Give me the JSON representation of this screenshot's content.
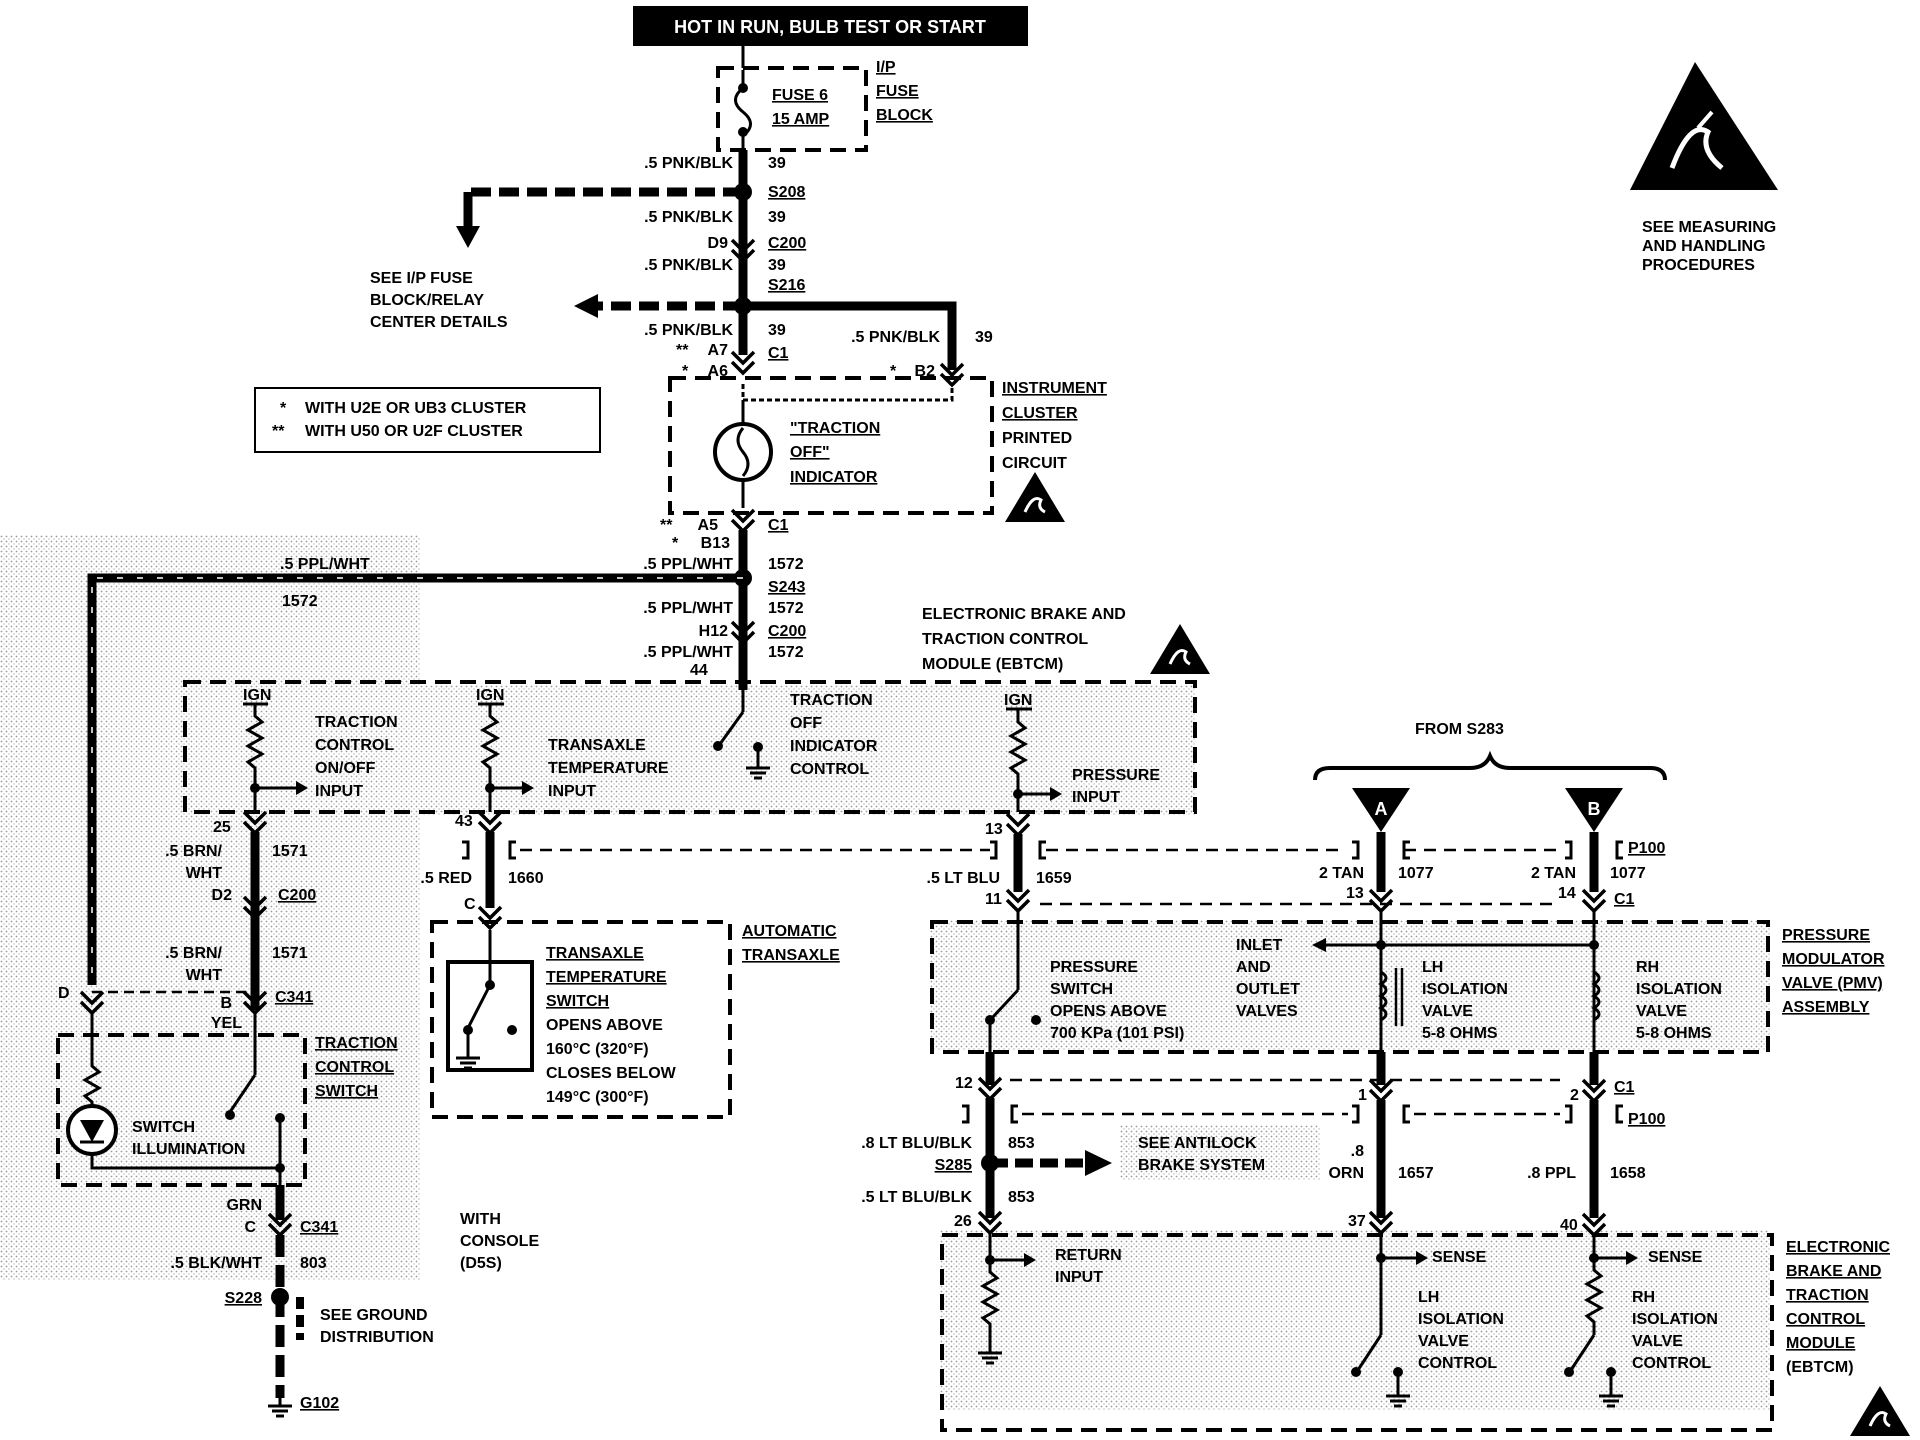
{
  "header": {
    "title": "HOT IN RUN, BULB TEST OR START"
  },
  "esd_notice": {
    "line1": "SEE MEASURING",
    "line2": "AND HANDLING",
    "line3": "PROCEDURES"
  },
  "fuse_block": {
    "fuse_name": "FUSE 6",
    "fuse_rating": "15 AMP",
    "block_l1": "I/P",
    "block_l2": "FUSE",
    "block_l3": "BLOCK"
  },
  "wires_top": [
    {
      "label": ".5 PNK/BLK",
      "circuit": "39"
    },
    {
      "label": ".5 PNK/BLK",
      "circuit": "39"
    },
    {
      "label": ".5 PNK/BLK",
      "circuit": "39"
    },
    {
      "label": ".5 PNK/BLK",
      "circuit": "39"
    },
    {
      "label": ".5 PNK/BLK",
      "circuit": "39"
    }
  ],
  "splices": {
    "s208": "S208",
    "s216": "S216",
    "s243": "S243",
    "s285": "S285",
    "s228": "S228"
  },
  "connectors": {
    "c200": "C200",
    "c1": "C1",
    "c341": "C341",
    "p100": "P100",
    "g102": "G102"
  },
  "pins": {
    "d9": "D9",
    "a7": "A7",
    "a6": "A6",
    "b2": "B2",
    "a5": "A5",
    "b13": "B13",
    "h12": "H12",
    "p44": "44",
    "p25": "25",
    "d2": "D2",
    "b": "B",
    "d": "D",
    "c": "C",
    "p43": "43",
    "c_tt": "C",
    "p13": "13",
    "p11": "11",
    "p12": "12",
    "p26": "26",
    "p13b": "13",
    "p14": "14",
    "p1": "1",
    "p2": "2",
    "p37": "37",
    "p40": "40"
  },
  "markers": {
    "single": "*",
    "double": "**"
  },
  "see_ip": {
    "l1": "SEE I/P FUSE",
    "l2": "BLOCK/RELAY",
    "l3": "CENTER DETAILS"
  },
  "legend": {
    "l1": "WITH U2E OR UB3 CLUSTER",
    "l2": "WITH U50 OR U2F CLUSTER"
  },
  "cluster": {
    "l1": "INSTRUMENT",
    "l2": "CLUSTER",
    "l3": "PRINTED",
    "l4": "CIRCUIT",
    "ind1": "\"TRACTION",
    "ind2": "OFF\"",
    "ind3": "INDICATOR"
  },
  "ppl_wht": {
    "w1": ".5 PPL/WHT",
    "w2": ".5 PPL/WHT",
    "w3": ".5 PPL/WHT",
    "w4": ".5 PPL/WHT",
    "c1572": "1572"
  },
  "ebtcm_top": {
    "title1": "ELECTRONIC BRAKE AND",
    "title2": "TRACTION CONTROL",
    "title3": "MODULE (EBTCM)",
    "ign": "IGN",
    "tc1": "TRACTION",
    "tc2": "CONTROL",
    "tc3": "ON/OFF",
    "tc4": "INPUT",
    "tt1": "TRANSAXLE",
    "tt2": "TEMPERATURE",
    "tt3": "INPUT",
    "to1": "TRACTION",
    "to2": "OFF",
    "to3": "INDICATOR",
    "to4": "CONTROL",
    "pr1": "PRESSURE",
    "pr2": "INPUT"
  },
  "brn_wht": {
    "l1": ".5 BRN/",
    "l2": "WHT",
    "circuit": "1571"
  },
  "yel": "YEL",
  "red": {
    "label": ".5 RED",
    "circuit": "1660"
  },
  "ltblu": {
    "label": ".5 LT BLU",
    "circuit": "1659"
  },
  "from": "FROM S283",
  "ab": {
    "a": "A",
    "b": "B"
  },
  "tan": {
    "label": "2 TAN",
    "circuit": "1077"
  },
  "tc_switch": {
    "l1": "TRACTION",
    "l2": "CONTROL",
    "l3": "SWITCH",
    "illum1": "SWITCH",
    "illum2": "ILLUMINATION"
  },
  "grn": "GRN",
  "blk_wht": {
    "label": ".5 BLK/WHT",
    "circuit": "803"
  },
  "console": {
    "l1": "WITH",
    "l2": "CONSOLE",
    "l3": "(D5S)"
  },
  "see_ground": {
    "l1": "SEE GROUND",
    "l2": "DISTRIBUTION"
  },
  "transaxle": {
    "auto1": "AUTOMATIC",
    "auto2": "TRANSAXLE",
    "sw1": "TRANSAXLE",
    "sw2": "TEMPERATURE",
    "sw3": "SWITCH",
    "sw4": "OPENS ABOVE",
    "sw5": "160°C (320°F)",
    "sw6": "CLOSES BELOW",
    "sw7": "149°C (300°F)"
  },
  "pmv": {
    "l1": "PRESSURE",
    "l2": "MODULATOR",
    "l3": "VALVE (PMV)",
    "l4": "ASSEMBLY",
    "ps1": "PRESSURE",
    "ps2": "SWITCH",
    "ps3": "OPENS ABOVE",
    "ps4": "700 KPa (101 PSI)",
    "iv1": "INLET",
    "iv2": "AND",
    "iv3": "OUTLET",
    "iv4": "VALVES",
    "lh1": "LH",
    "lh2": "ISOLATION",
    "lh3": "VALVE",
    "lh4": "5-8 OHMS",
    "rh1": "RH",
    "rh2": "ISOLATION",
    "rh3": "VALVE",
    "rh4": "5-8 OHMS"
  },
  "lower_wires": {
    "ltblublk1": ".8 LT BLU/BLK",
    "ltblublk2": ".5 LT BLU/BLK",
    "c853": "853",
    "orn_g": ".8",
    "orn": "ORN",
    "c1657": "1657",
    "ppl": ".8 PPL",
    "c1658": "1658"
  },
  "see_antilock": {
    "l1": "SEE ANTILOCK",
    "l2": "BRAKE SYSTEM"
  },
  "ebtcm_bottom": {
    "ri1": "RETURN",
    "ri2": "INPUT",
    "sense": "SENSE",
    "lh1": "LH",
    "lh2": "ISOLATION",
    "lh3": "VALVE",
    "lh4": "CONTROL",
    "rh1": "RH",
    "rh2": "ISOLATION",
    "rh3": "VALVE",
    "rh4": "CONTROL",
    "m1": "ELECTRONIC",
    "m2": "BRAKE AND",
    "m3": "TRACTION",
    "m4": "CONTROL",
    "m5": "MODULE",
    "m6": "(EBTCM)"
  }
}
